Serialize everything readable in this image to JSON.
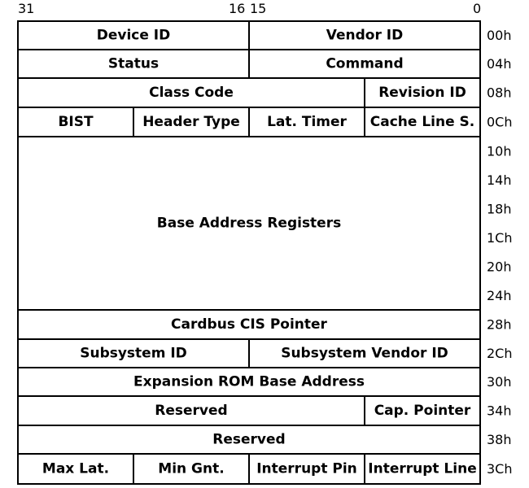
{
  "bit_labels": {
    "b31": "31",
    "b16": "16",
    "b15": "15",
    "b0": "0"
  },
  "rows": [
    {
      "offset": "00h",
      "fields": [
        {
          "label": "Device ID",
          "span": 2
        },
        {
          "label": "Vendor ID",
          "span": 2
        }
      ]
    },
    {
      "offset": "04h",
      "fields": [
        {
          "label": "Status",
          "span": 2
        },
        {
          "label": "Command",
          "span": 2
        }
      ]
    },
    {
      "offset": "08h",
      "fields": [
        {
          "label": "Class Code",
          "span": 3
        },
        {
          "label": "Revision ID",
          "span": 1
        }
      ]
    },
    {
      "offset": "0Ch",
      "fields": [
        {
          "label": "BIST",
          "span": 1
        },
        {
          "label": "Header Type",
          "span": 1
        },
        {
          "label": "Lat. Timer",
          "span": 1
        },
        {
          "label": "Cache Line S.",
          "span": 1
        }
      ]
    },
    {
      "offsets": [
        "10h",
        "14h",
        "18h",
        "1Ch",
        "20h",
        "24h"
      ],
      "fields": [
        {
          "label": "Base Address Registers",
          "span": 4
        }
      ]
    },
    {
      "offset": "28h",
      "fields": [
        {
          "label": "Cardbus CIS Pointer",
          "span": 4
        }
      ]
    },
    {
      "offset": "2Ch",
      "fields": [
        {
          "label": "Subsystem ID",
          "span": 2
        },
        {
          "label": "Subsystem Vendor ID",
          "span": 2
        }
      ]
    },
    {
      "offset": "30h",
      "fields": [
        {
          "label": "Expansion ROM Base Address",
          "span": 4
        }
      ]
    },
    {
      "offset": "34h",
      "fields": [
        {
          "label": "Reserved",
          "span": 3
        },
        {
          "label": "Cap. Pointer",
          "span": 1
        }
      ]
    },
    {
      "offset": "38h",
      "fields": [
        {
          "label": "Reserved",
          "span": 4
        }
      ]
    },
    {
      "offset": "3Ch",
      "fields": [
        {
          "label": "Max Lat.",
          "span": 1
        },
        {
          "label": "Min Gnt.",
          "span": 1
        },
        {
          "label": "Interrupt Pin",
          "span": 1
        },
        {
          "label": "Interrupt Line",
          "span": 1
        }
      ]
    }
  ]
}
